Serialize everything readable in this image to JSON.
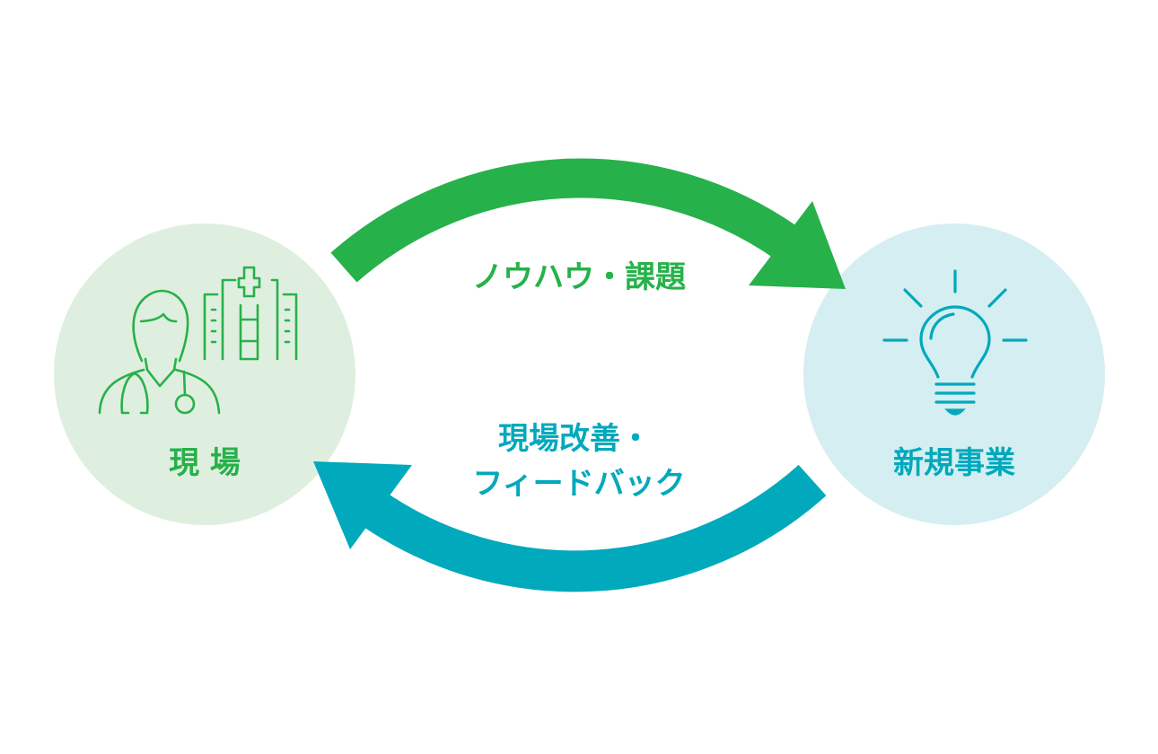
{
  "colors": {
    "green": "#27b14a",
    "teal": "#00a9bc",
    "green_bg": "#dfefdf",
    "teal_bg": "#d5eef2"
  },
  "nodes": {
    "left": {
      "label": "現 場",
      "icon": "doctor-hospital-icon"
    },
    "right": {
      "label": "新規事業",
      "icon": "lightbulb-icon"
    }
  },
  "arrows": {
    "top": {
      "label": "ノウハウ・課題"
    },
    "bottom": {
      "label_line1": "現場改善・",
      "label_line2": "フィードバック"
    }
  }
}
